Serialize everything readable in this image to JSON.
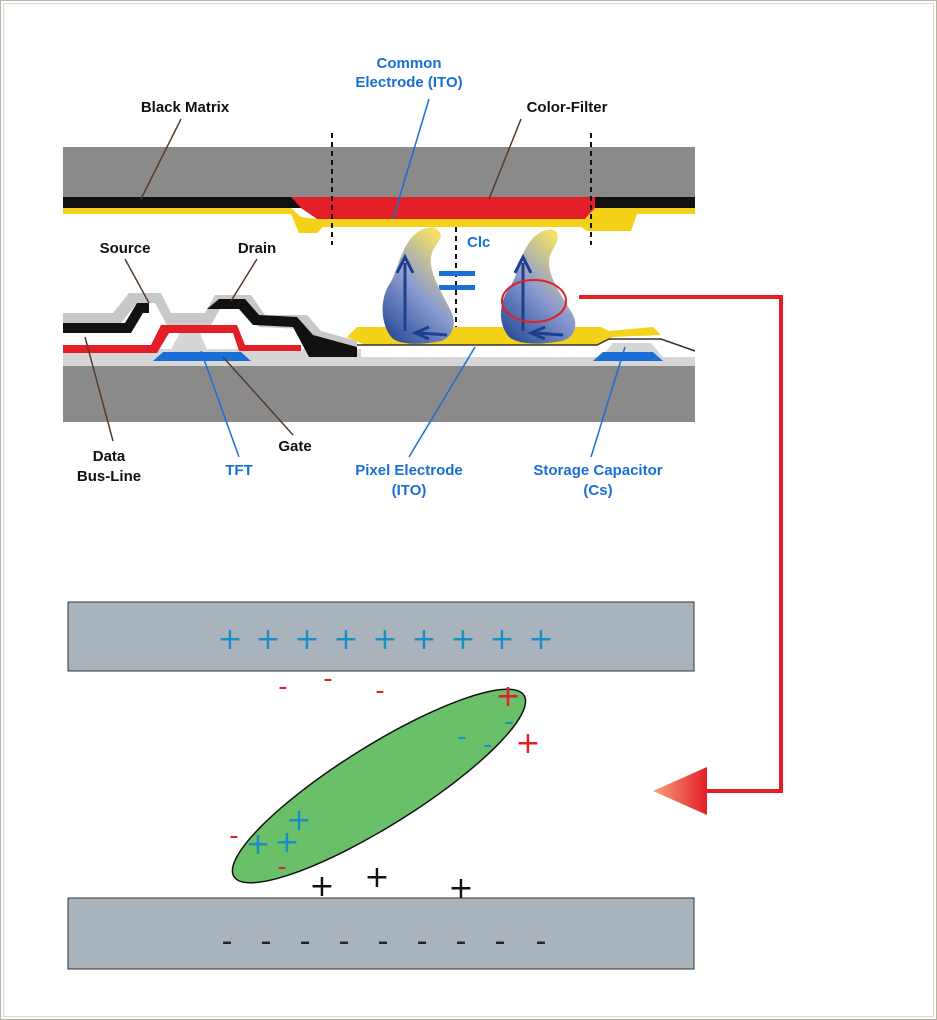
{
  "labels": {
    "black_matrix": "Black Matrix",
    "common_electrode_1": "Common",
    "common_electrode_2": "Electrode (ITO)",
    "color_filter": "Color-Filter",
    "source": "Source",
    "drain": "Drain",
    "clc": "Clc",
    "gate": "Gate",
    "data_bus_1": "Data",
    "data_bus_2": "Bus-Line",
    "tft": "TFT",
    "pixel_electrode_1": "Pixel Electrode",
    "pixel_electrode_2": "(ITO)",
    "storage_capacitor_1": "Storage Capacitor",
    "storage_capacitor_2": "(Cs)"
  },
  "charges": {
    "plus": "+",
    "minus": "-"
  },
  "colors": {
    "label_black": "#111111",
    "label_blue": "#1a6fd6",
    "glass_gray": "#8a8a8a",
    "filter_red": "#e41e26",
    "ito_yellow": "#f5d21a",
    "pointer_red": "#e41e26",
    "plate_gray": "#a9b3bb",
    "molecule_green": "#6abf69",
    "charge_blue": "#1b8fc4",
    "charge_red": "#e41e26"
  }
}
